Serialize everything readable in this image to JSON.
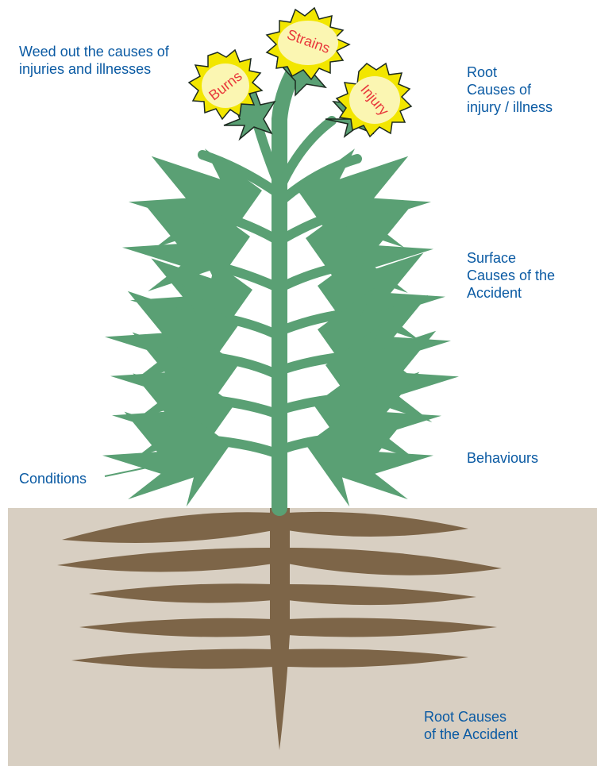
{
  "labels": {
    "weed_out": "Weed out the causes of\ninjuries and illnesses",
    "root_causes_injury": "Root\nCauses of\ninjury / illness",
    "surface_causes": "Surface\nCauses of the\nAccident",
    "behaviours": "Behaviours",
    "conditions": "Conditions",
    "root_causes_accident": "Root Causes\nof the Accident"
  },
  "flowers": {
    "burns": "Burns",
    "strains": "Strains",
    "injury": "Injury"
  },
  "colors": {
    "stem": "#5aa074",
    "soil": "#d8cfc2",
    "root": "#7d6548",
    "flower_outer": "#f2e600",
    "flower_inner": "#fbf6b2",
    "text_blue": "#0a5aa3",
    "text_red": "#e8383c"
  }
}
